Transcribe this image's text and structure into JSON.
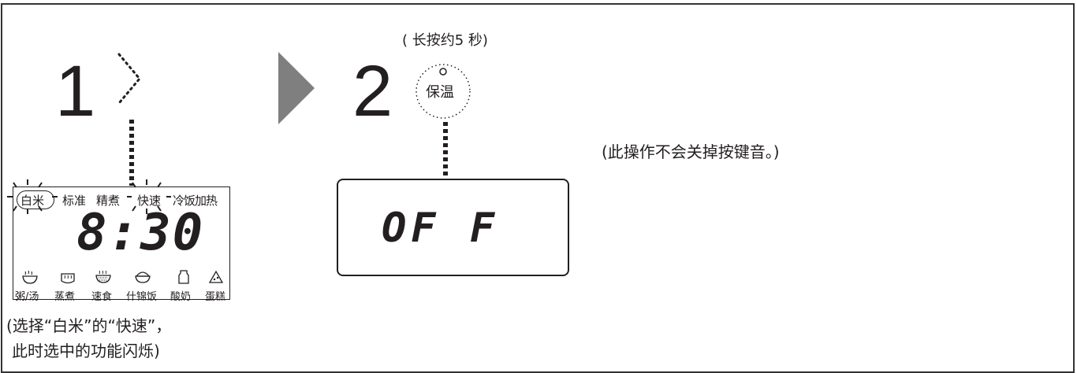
{
  "step1": {
    "number": "1",
    "lcd": {
      "top_labels": [
        "白米",
        "标准",
        "精煮",
        "快速",
        "冷饭加热"
      ],
      "time": "8:30",
      "modes": [
        {
          "icon": "congee-pot-icon",
          "label": "粥/汤"
        },
        {
          "icon": "steam-pot-icon",
          "label": "蒸煮"
        },
        {
          "icon": "quick-pot-icon",
          "label": "速食"
        },
        {
          "icon": "mixed-rice-icon",
          "label": "什锦饭"
        },
        {
          "icon": "yogurt-icon",
          "label": "酸奶"
        },
        {
          "icon": "cake-icon",
          "label": "蛋糕"
        }
      ]
    },
    "caption_line1": "(选择“白米”的“快速”，",
    "caption_line2": "此时选中的功能闪烁)"
  },
  "step2": {
    "number": "2",
    "hint": "( 长按约5 秒)",
    "button_label": "保温",
    "display_text": "OF F",
    "note": "(此操作不会关掉按键音。)"
  },
  "colors": {
    "line": "#231f20",
    "arrow_fill": "#7f7f7f",
    "frame": "#333333"
  }
}
